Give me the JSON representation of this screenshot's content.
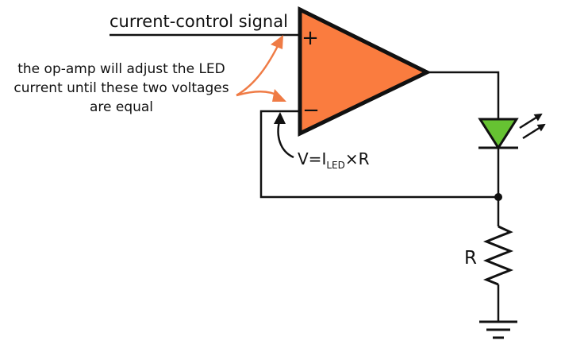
{
  "labels": {
    "signal": "current-control signal",
    "annotation_line1": "the op-amp will adjust the LED",
    "annotation_line2": "current until these two voltages",
    "annotation_line3": "are equal",
    "formula_prefix": "V=I",
    "formula_subscript": "LED",
    "formula_suffix": "×R",
    "resistor": "R",
    "plus": "+",
    "minus": "−"
  },
  "colors": {
    "opamp_fill": "#fa7c3f",
    "led_fill": "#66c232",
    "annotation_arrow": "#ef7b45",
    "wire": "#111111"
  },
  "components": {
    "opamp": "op-amp",
    "led": "LED",
    "resistor": "resistor",
    "ground": "ground"
  }
}
